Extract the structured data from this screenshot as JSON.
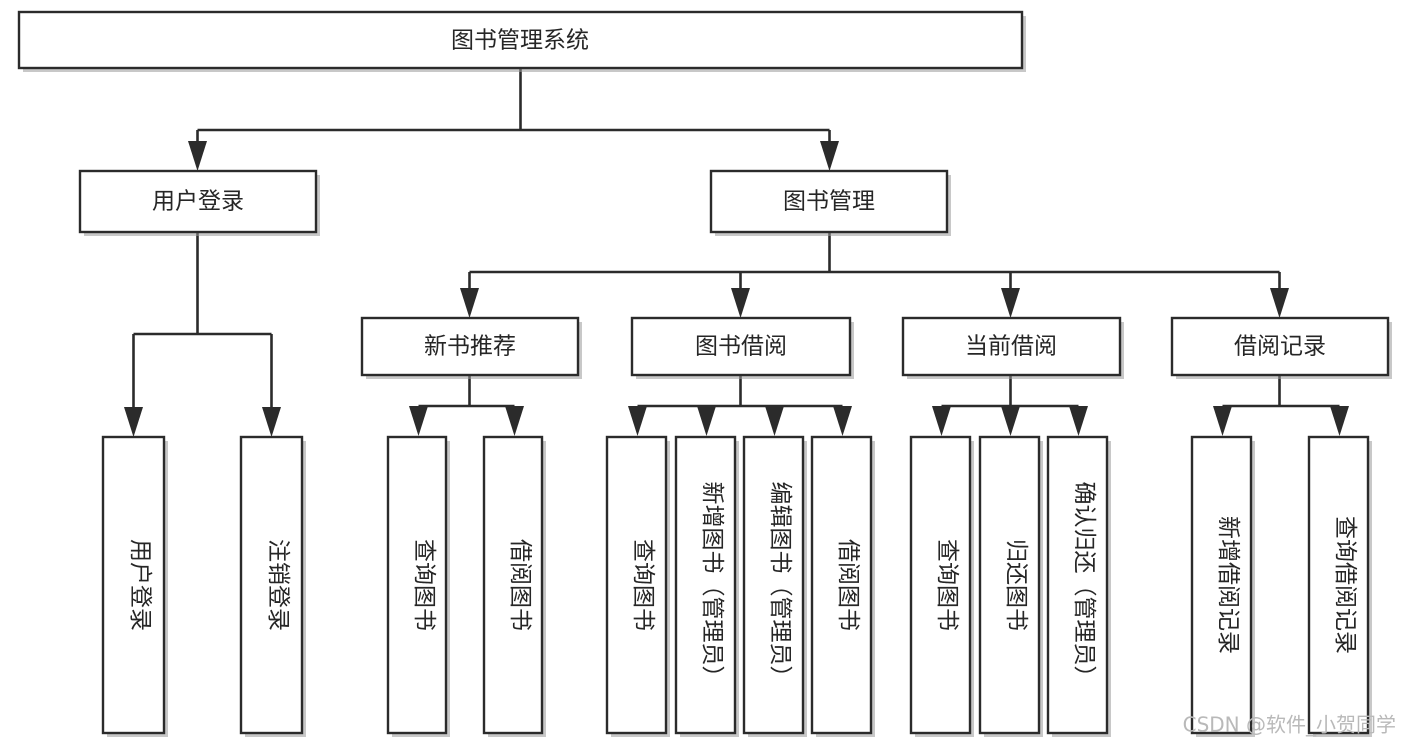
{
  "diagram": {
    "title": "图书管理系统",
    "type": "tree",
    "orientation": "top-down",
    "colors": {
      "box_fill": "#ffffff",
      "box_stroke": "#2b2b2b",
      "connector": "#2b2b2b",
      "text": "#262626",
      "background": "#ffffff",
      "watermark": "#b9b9b9"
    },
    "root": {
      "label": "图书管理系统",
      "orientation": "horizontal"
    },
    "level2": [
      {
        "id": "user-login",
        "label": "用户登录",
        "orientation": "horizontal"
      },
      {
        "id": "book-management",
        "label": "图书管理",
        "orientation": "horizontal"
      }
    ],
    "level3": [
      {
        "id": "new-book-recommend",
        "label": "新书推荐",
        "orientation": "horizontal",
        "parent": "book-management"
      },
      {
        "id": "book-borrow",
        "label": "图书借阅",
        "orientation": "horizontal",
        "parent": "book-management"
      },
      {
        "id": "current-borrow",
        "label": "当前借阅",
        "orientation": "horizontal",
        "parent": "book-management"
      },
      {
        "id": "borrow-record",
        "label": "借阅记录",
        "orientation": "horizontal",
        "parent": "book-management"
      }
    ],
    "leaves": [
      {
        "id": "leaf-user-login",
        "label": "用户登录",
        "orientation": "vertical",
        "parent": "user-login"
      },
      {
        "id": "leaf-logout",
        "label": "注销登录",
        "orientation": "vertical",
        "parent": "user-login"
      },
      {
        "id": "leaf-query-book-1",
        "label": "查询图书",
        "orientation": "vertical",
        "parent": "new-book-recommend"
      },
      {
        "id": "leaf-borrow-book-1",
        "label": "借阅图书",
        "orientation": "vertical",
        "parent": "new-book-recommend"
      },
      {
        "id": "leaf-query-book-2",
        "label": "查询图书",
        "orientation": "vertical",
        "parent": "book-borrow"
      },
      {
        "id": "leaf-add-book",
        "label": "新增图书（管理员）",
        "orientation": "vertical",
        "parent": "book-borrow"
      },
      {
        "id": "leaf-edit-book",
        "label": "编辑图书（管理员）",
        "orientation": "vertical",
        "parent": "book-borrow"
      },
      {
        "id": "leaf-borrow-book-2",
        "label": "借阅图书",
        "orientation": "vertical",
        "parent": "book-borrow"
      },
      {
        "id": "leaf-query-book-3",
        "label": "查询图书",
        "orientation": "vertical",
        "parent": "current-borrow"
      },
      {
        "id": "leaf-return-book",
        "label": "归还图书",
        "orientation": "vertical",
        "parent": "current-borrow"
      },
      {
        "id": "leaf-confirm-return",
        "label": "确认归还（管理员）",
        "orientation": "vertical",
        "parent": "current-borrow"
      },
      {
        "id": "leaf-add-record",
        "label": "新增借阅记录",
        "orientation": "vertical",
        "parent": "borrow-record"
      },
      {
        "id": "leaf-query-record",
        "label": "查询借阅记录",
        "orientation": "vertical",
        "parent": "borrow-record"
      }
    ],
    "watermark": "CSDN @软件_小贺同学"
  }
}
